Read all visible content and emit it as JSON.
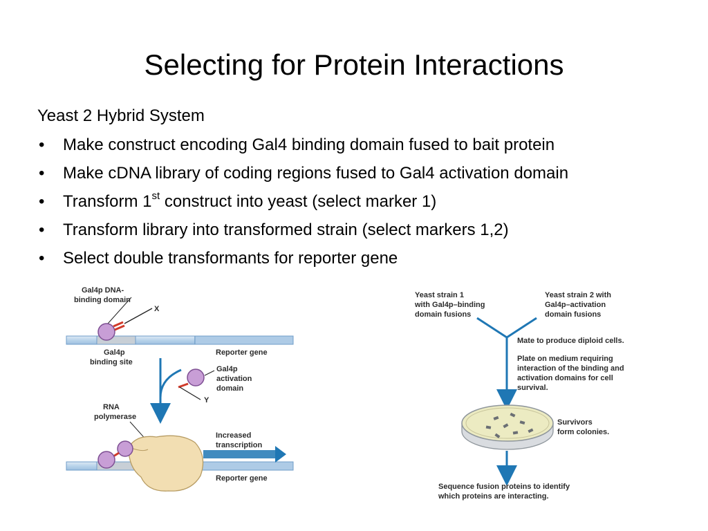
{
  "slide": {
    "title": "Selecting for Protein Interactions",
    "subtitle": "Yeast 2 Hybrid System",
    "bullet_char": "•",
    "bullets": [
      {
        "pre": "Make construct encoding Gal4 binding domain fused to bait protein",
        "sup": "",
        "post": ""
      },
      {
        "pre": "Make cDNA library of coding regions fused to Gal4 activation domain",
        "sup": "",
        "post": ""
      },
      {
        "pre": "Transform 1",
        "sup": "st",
        "post": " construct into yeast (select marker 1)"
      },
      {
        "pre": "Transform library into transformed strain (select markers 1,2)",
        "sup": "",
        "post": ""
      },
      {
        "pre": "Select double transformants for reporter gene",
        "sup": "",
        "post": ""
      }
    ]
  },
  "left_figure": {
    "gal4p_dna_line1": "Gal4p DNA-",
    "gal4p_dna_line2": "binding domain",
    "x_label": "X",
    "binding_site_line1": "Gal4p",
    "binding_site_line2": "binding site",
    "reporter_gene_top": "Reporter gene",
    "activation_line1": "Gal4p",
    "activation_line2": "activation",
    "activation_line3": "domain",
    "y_label": "Y",
    "rna_line1": "RNA",
    "rna_line2": "polymerase",
    "increased_line1": "Increased",
    "increased_line2": "transcription",
    "reporter_gene_bottom": "Reporter gene"
  },
  "right_figure": {
    "strain1_line1": "Yeast strain 1",
    "strain1_line2": "with Gal4p–binding",
    "strain1_line3": "domain fusions",
    "strain2_line1": "Yeast strain 2 with",
    "strain2_line2": "Gal4p–activation",
    "strain2_line3": "domain fusions",
    "mate": "Mate to produce diploid cells.",
    "plate_line1": "Plate on medium requiring",
    "plate_line2": "interaction of the binding and",
    "plate_line3": "activation domains for cell",
    "plate_line4": "survival.",
    "survivors_line1": "Survivors",
    "survivors_line2": "form colonies.",
    "sequence_line1": "Sequence fusion proteins to identify",
    "sequence_line2": "which proteins are interacting."
  },
  "colors": {
    "dna_blue": "#b9d3ea",
    "dna_edge": "#6f9cc8",
    "arrow_blue": "#1f77b4",
    "protein_purple": "#c89ed6",
    "protein_edge": "#7e4f93",
    "polymerase": "#f2deb2",
    "plate": "#ecebc2"
  }
}
